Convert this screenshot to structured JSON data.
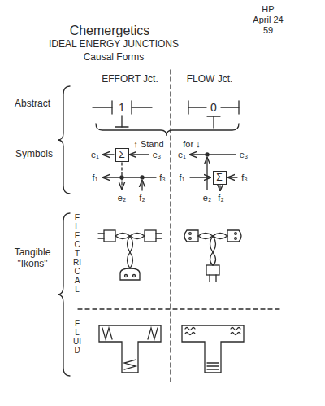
{
  "diagram": {
    "title": "Chemergetics",
    "nodes": [
      {
        "text": [
          "Σ"
        ]
      },
      {
        "text": [
          "Σ"
        ]
      }
    ],
    "labels": [
      "HP",
      "April 24",
      "59",
      "IDEAL ENERGY JUNCTIONS",
      "Causal Forms",
      "EFFORT Jct.",
      "FLOW Jct.",
      "Abstract",
      "Symbols",
      "1",
      "0",
      "↑ Stand",
      "for ↓",
      "e₁",
      "e₃",
      "e₂",
      "f₁",
      "f₂",
      "f₃",
      "e₁",
      "e₃",
      "f₁",
      "f₃",
      "e₂",
      "f₂",
      "Tangible \"Ikons\"",
      "ELECTRICAL",
      "FLUID"
    ]
  }
}
